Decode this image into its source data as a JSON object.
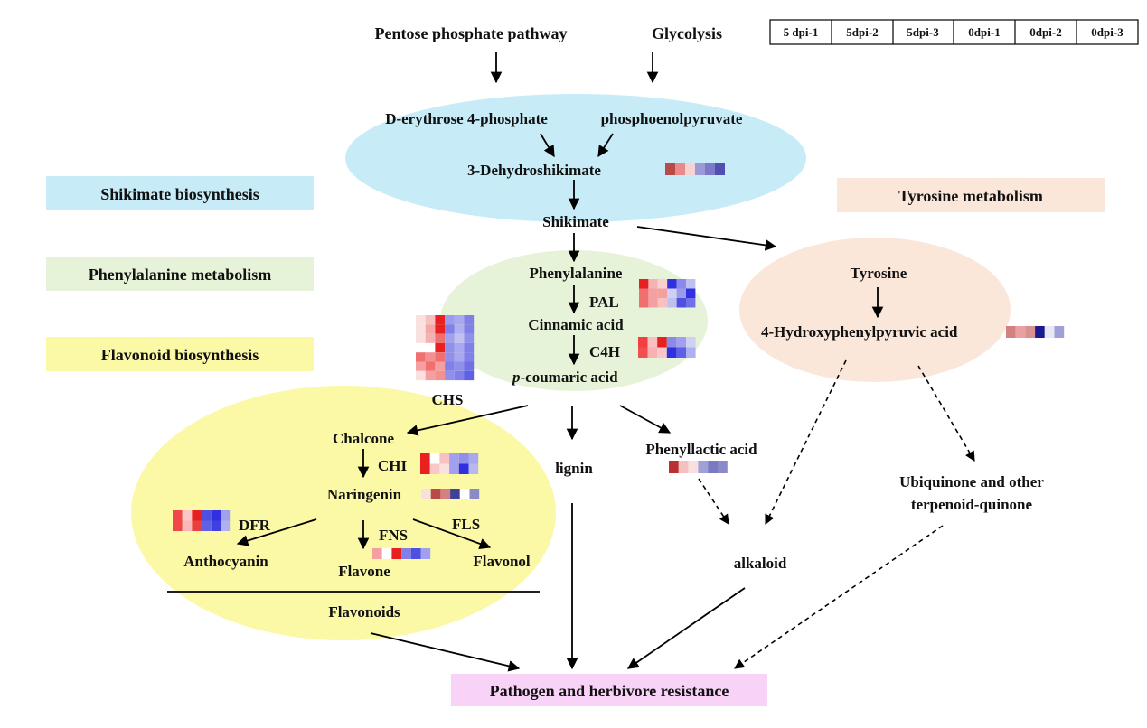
{
  "header": {
    "pentose": "Pentose phosphate pathway",
    "glycolysis": "Glycolysis",
    "samples": [
      "5 dpi-1",
      "5dpi-2",
      "5dpi-3",
      "0dpi-1",
      "0dpi-2",
      "0dpi-3"
    ]
  },
  "legend": {
    "shikimate": {
      "label": "Shikimate biosynthesis",
      "color": "#c7ecf8"
    },
    "phenylalanine": {
      "label": "Phenylalanine metabolism",
      "color": "#e6f3d8"
    },
    "flavonoid": {
      "label": "Flavonoid biosynthesis",
      "color": "#fbf8a6"
    },
    "tyrosine": {
      "label": "Tyrosine metabolism",
      "color": "#fbe6da"
    }
  },
  "nodes": {
    "e4p": "D-erythrose 4-phosphate",
    "pep": "phosphoenolpyruvate",
    "dhs": "3-Dehydroshikimate",
    "shikimate": "Shikimate",
    "phenylalanine": "Phenylalanine",
    "pal": "PAL",
    "cinnamic": "Cinnamic acid",
    "c4h": "C4H",
    "coumaric_prefix": "p",
    "coumaric": "-coumaric acid",
    "chs": "CHS",
    "chalcone": "Chalcone",
    "chi": "CHI",
    "naringenin": "Naringenin",
    "dfr": "DFR",
    "fns": "FNS",
    "fls": "FLS",
    "anthocyanin": "Anthocyanin",
    "flavone": "Flavone",
    "flavonol": "Flavonol",
    "flavonoids": "Flavonoids",
    "lignin": "lignin",
    "phenyllactic": "Phenyllactic acid",
    "alkaloid": "alkaloid",
    "tyrosine": "Tyrosine",
    "hppa": "4-Hydroxyphenylpyruvic acid",
    "ubiquinone_1": "Ubiquinone and other",
    "ubiquinone_2": "terpenoid-quinone",
    "resistance": "Pathogen and herbivore resistance"
  },
  "resistance_color": "#f9d3f7",
  "heatmap_scale": {
    "high": "#e8202a",
    "mid": "#ffffff",
    "low": "#1f1fd6"
  },
  "heatmaps": {
    "dhs": [
      [
        "#b84a4a",
        "#e98a8a",
        "#f6d3d3",
        "#9a9ad8",
        "#7a7ac8",
        "#5050b0"
      ]
    ],
    "pal": [
      [
        "#e82020",
        "#f4b4b4",
        "#f9d0d0",
        "#3030e0",
        "#8a8ae8",
        "#c0c0f0"
      ],
      [
        "#f07070",
        "#f4a0a0",
        "#f4a0a0",
        "#d0d0f4",
        "#9a9aee",
        "#3030e0"
      ],
      [
        "#f07070",
        "#f4a0a0",
        "#f9c0c0",
        "#c0c0f0",
        "#5050e0",
        "#7070e8"
      ]
    ],
    "c4h": [
      [
        "#f04040",
        "#f8c0c0",
        "#e82020",
        "#8a8ae8",
        "#a0a0ee",
        "#d0d0f4"
      ],
      [
        "#f05050",
        "#f8b0b0",
        "#f8c8c8",
        "#3030e0",
        "#6060e4",
        "#b0b0f0"
      ]
    ],
    "chs": [
      [
        "#fbe0e0",
        "#f6c0c0",
        "#e82020",
        "#9a9aee",
        "#a8a8f0",
        "#8080e8"
      ],
      [
        "#fbe0e0",
        "#f4a8a8",
        "#e82020",
        "#8080e8",
        "#b0b0f0",
        "#8080e8"
      ],
      [
        "#fbe0e0",
        "#f6b0b0",
        "#f07070",
        "#a0a0ee",
        "#c0c0f2",
        "#9090ea"
      ],
      [
        "#ffffff",
        "#ffffff",
        "#e82020",
        "#9090ea",
        "#a8a8f0",
        "#8080e8"
      ],
      [
        "#f07070",
        "#f49090",
        "#f07070",
        "#9090ea",
        "#a8a8f0",
        "#8080e8"
      ],
      [
        "#f4a0a0",
        "#f07070",
        "#f4a0a0",
        "#8080e8",
        "#9090ea",
        "#7070e6"
      ],
      [
        "#fbe0e0",
        "#f4a0a0",
        "#f49090",
        "#9090ea",
        "#8080e8",
        "#6060e4"
      ]
    ],
    "chi": [
      [
        "#e82020",
        "#ffffff",
        "#f8c0c0",
        "#a0a0ee",
        "#9090ea",
        "#a8a8f0"
      ],
      [
        "#e82020",
        "#f8c8c8",
        "#fbe0e0",
        "#a0a0ee",
        "#3030e0",
        "#b8b8f0"
      ]
    ],
    "naringenin": [
      [
        "#f8e0e0",
        "#b84a4a",
        "#d48080",
        "#40409a",
        "#ffffff",
        "#8a8ac8"
      ]
    ],
    "dfr": [
      [
        "#f04848",
        "#f8c8c8",
        "#e82020",
        "#5050e0",
        "#3030e0",
        "#a0a0ee"
      ],
      [
        "#f04848",
        "#f8b8b8",
        "#e84040",
        "#6060e4",
        "#4040e0",
        "#b0b0f0"
      ]
    ],
    "fns": [
      [
        "#f4a0a0",
        "#ffffff",
        "#e82020",
        "#8080e8",
        "#5050e0",
        "#a0a0ee"
      ]
    ],
    "phenyllactic": [
      [
        "#b83030",
        "#f4c0c0",
        "#f8e0e0",
        "#a0a0d8",
        "#7a7ac0",
        "#8a8ac8"
      ]
    ],
    "hppa": [
      [
        "#d48080",
        "#e8a0a0",
        "#d89090",
        "#1a1a90",
        "#e8e8f4",
        "#a0a0d8"
      ]
    ]
  }
}
